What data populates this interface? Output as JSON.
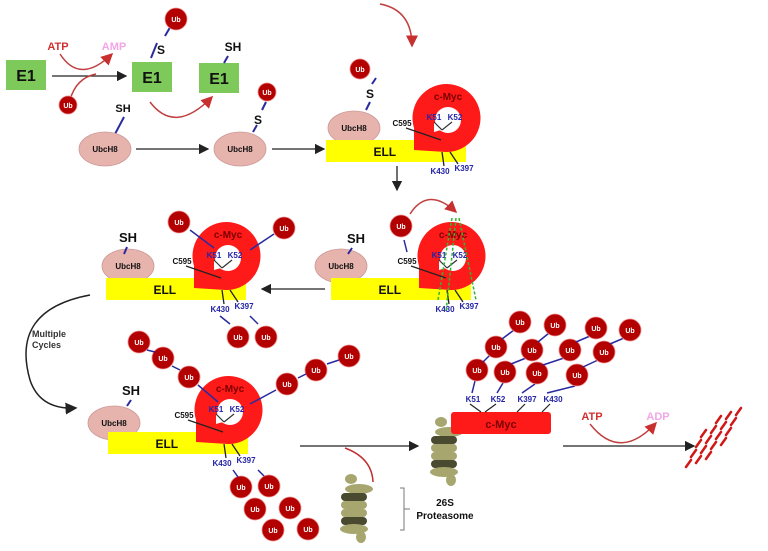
{
  "colors": {
    "e1_box": "#7dc95a",
    "ub": "#b30000",
    "ubch8": "#e6b3ad",
    "ell": "#ffff00",
    "cmyc": "#ff1a1a",
    "lys_label": "#2424a8",
    "bond": "#2a2aa0",
    "arrow": "#222222",
    "atp": "#d23030",
    "amp": "#f2a6e6",
    "proteasome": "#a6a66e",
    "proteasome_dark": "#4a4a30"
  },
  "labels": {
    "e1": "E1",
    "ub": "Ub",
    "ubch8": "UbcH8",
    "ell": "ELL",
    "cmyc": "c-Myc",
    "s": "S",
    "sh": "SH",
    "atp": "ATP",
    "amp": "AMP",
    "adp": "ADP",
    "c595": "C595",
    "k51": "K51",
    "k52": "K52",
    "k430": "K430",
    "k397": "K397",
    "multiple_cycles_1": "Multiple",
    "multiple_cycles_2": "Cycles",
    "proteasome_1": "26S",
    "proteasome_2": "Proteasome"
  }
}
